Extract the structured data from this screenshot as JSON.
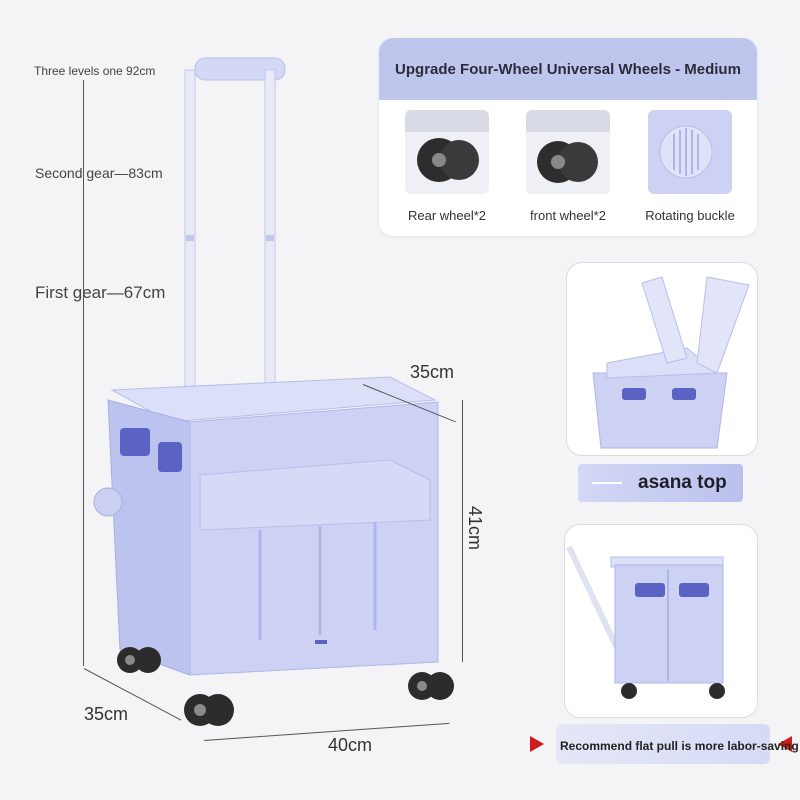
{
  "gears": {
    "level3": "Three levels one 92cm",
    "level2": "Second gear—83cm",
    "level1": "First gear—67cm"
  },
  "dimensions": {
    "depth_top": "35cm",
    "height": "41cm",
    "depth_side": "35cm",
    "width": "40cm"
  },
  "wheels_panel": {
    "title": "Upgrade Four-Wheel Universal Wheels - Medium",
    "items": [
      {
        "caption": "Rear wheel*2"
      },
      {
        "caption": "front wheel*2"
      },
      {
        "caption": "Rotating buckle"
      }
    ]
  },
  "top_card": {
    "label": "asana top"
  },
  "pull_card": {
    "label": "Recommend flat pull is more labor-saving"
  },
  "colors": {
    "product": "#c9cff3",
    "product_shade": "#aeb6e8",
    "accent_dark": "#5a62c4",
    "panel_header": "#bfc6ee",
    "arrow_red": "#d11a1a"
  }
}
